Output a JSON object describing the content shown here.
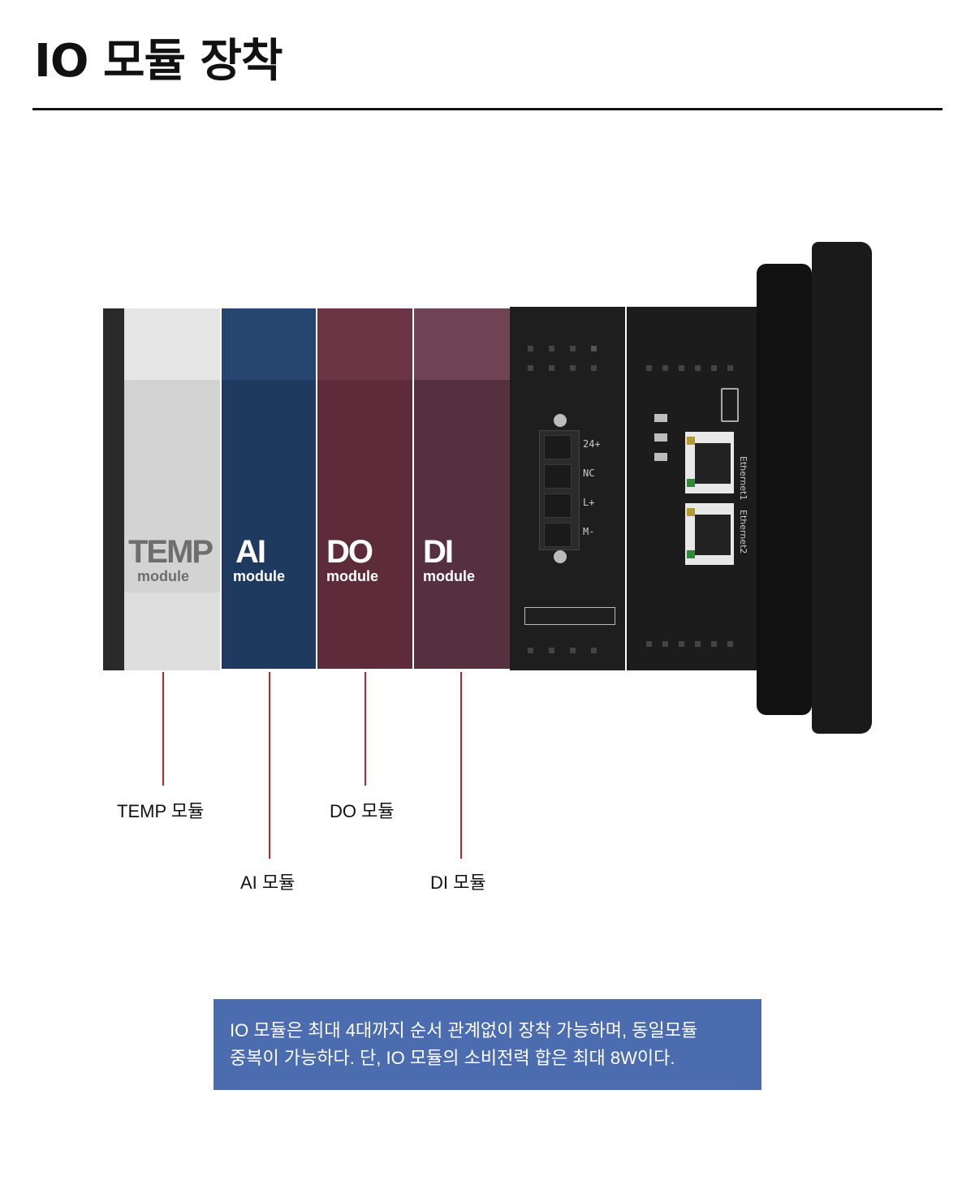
{
  "page": {
    "title": "IO 모듈 장착"
  },
  "modules": [
    {
      "id": "temp",
      "name": "TEMP",
      "sub": "module"
    },
    {
      "id": "ai",
      "name": "AI",
      "sub": "module"
    },
    {
      "id": "do",
      "name": "DO",
      "sub": "module"
    },
    {
      "id": "di",
      "name": "DI",
      "sub": "module"
    }
  ],
  "terminals": [
    "24+",
    "NC",
    "L+",
    "M-"
  ],
  "ports": [
    "Ethernet1",
    "Ethernet2"
  ],
  "callouts": {
    "temp": "TEMP 모듈",
    "ai": "AI 모듈",
    "do": "DO 모듈",
    "di": "DI 모듈"
  },
  "notice": {
    "line1": "IO 모듈은 최대 4대까지 순서 관계없이 장착 가능하며, 동일모듈",
    "line2": "중복이 가능하다. 단, IO 모듈의 소비전력 합은 최대 8W이다."
  },
  "colors": {
    "temp": "#d9d9d9",
    "ai": "#1f3a5f",
    "do": "#5e2b3b",
    "di": "#573040",
    "cpu": "#1c1c1c",
    "callout_line": "#c0222c",
    "notice_bg": "#4b6caf"
  }
}
